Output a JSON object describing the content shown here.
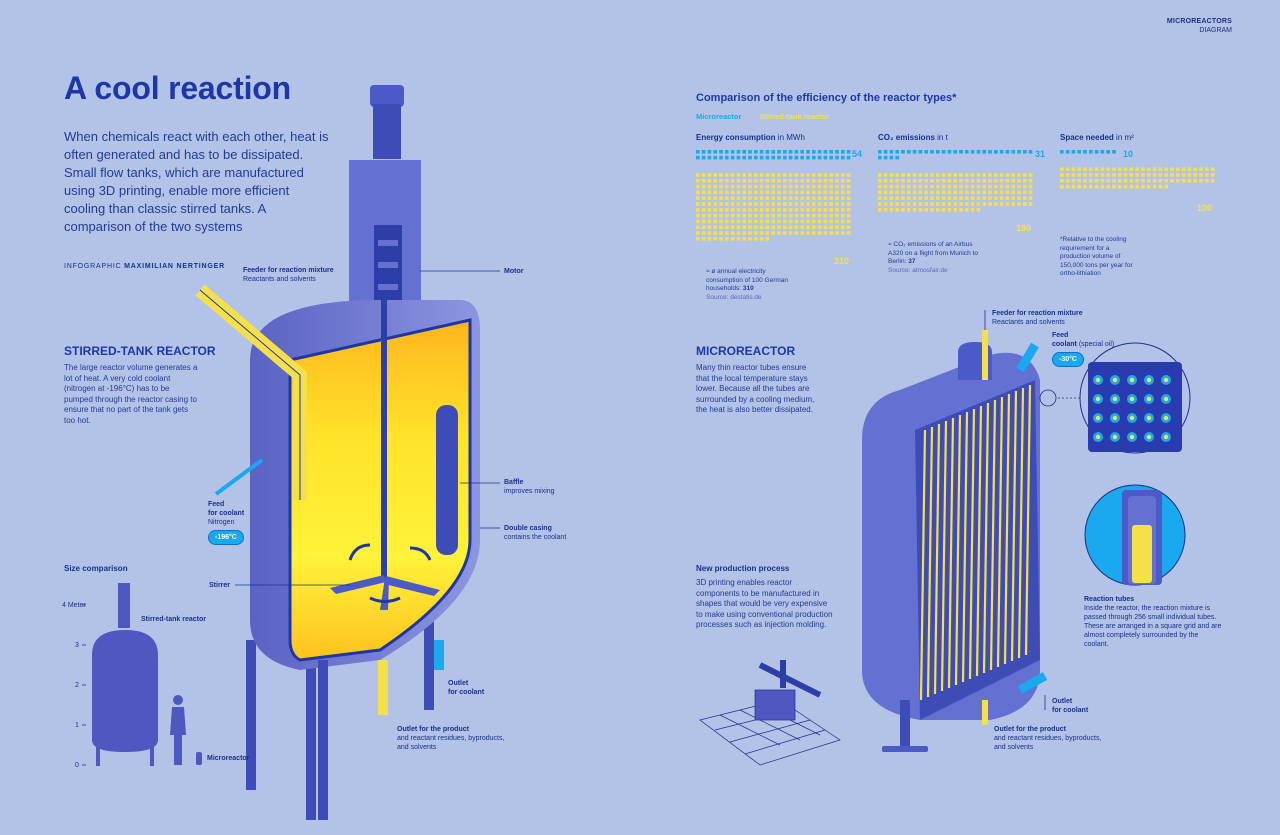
{
  "header": {
    "line1": "MICROREACTORS",
    "line2": "DIAGRAM"
  },
  "title": "A cool reaction",
  "intro": "When chemicals react with each other, heat is often generated and has to be dissipated. Small flow tanks, which are manufactured using 3D printing, enable more efficient cooling than classic stirred tanks. A comparison of the two systems",
  "credit": {
    "prefix": "INFOGRAPHIC",
    "name": "MAXIMILIAN NERTINGER"
  },
  "stirred": {
    "heading": "STIRRED-TANK REACTOR",
    "body": "The large reactor volume generates a lot of heat. A very cold coolant (nitrogen at -196°C) has to be pumped through the reactor casing to ensure that no part of the tank gets too hot.",
    "labels": {
      "feeder_title": "Feeder for reaction mixture",
      "feeder_sub": "Reactants and solvents",
      "motor": "Motor",
      "baffle_title": "Baffle",
      "baffle_sub": "improves mixing",
      "double_title": "Double casing",
      "double_sub": "contains the coolant",
      "feed_title": "Feed",
      "feed_title2": "for coolant",
      "feed_sub": "Nitrogen",
      "feed_temp": "-196°C",
      "stirrer": "Stirrer",
      "outlet_cool_title": "Outlet",
      "outlet_cool_title2": "for coolant",
      "outlet_prod_title": "Outlet for the product",
      "outlet_prod_sub": "and reactant residues, byproducts, and solvents"
    }
  },
  "size": {
    "heading": "Size comparison",
    "ticks": [
      "4 Meter",
      "3",
      "2",
      "1",
      "0"
    ],
    "stirred_label": "Stirred-tank reactor",
    "micro_label": "Microreactor"
  },
  "comparison": {
    "title": "Comparison of the efficiency of the reactor types*",
    "legend_micro": "Microreactor",
    "legend_stirred": "Stirred-tank reactor",
    "colors": {
      "micro": "#1aa8ef",
      "stirred": "#f5e04a",
      "ink": "#1c2f8a"
    }
  },
  "chart_data": {
    "type": "bar",
    "categories": [
      "Energy consumption",
      "CO₂ emissions",
      "Space needed"
    ],
    "units": [
      "in MWh",
      "in t",
      "in m²"
    ],
    "series": [
      {
        "name": "Microreactor",
        "values": [
          54,
          31,
          10
        ]
      },
      {
        "name": "Stirred-tank reactor",
        "values": [
          310,
          180,
          100
        ]
      }
    ],
    "notes": {
      "energy": "≈ ø annual electricity consumption of 100 German households:",
      "energy_value": "310",
      "energy_source": "Source: destatis.de",
      "co2": "≈ CO₂ emissions of an Airbus A320 on a flight from Munich to Berlin:",
      "co2_value": "37",
      "co2_source": "Source: atmosfair.de",
      "footnote": "*Relative to the cooling requirement for a production volume of 150,000 tons per year for ortho-lithiation"
    }
  },
  "micro": {
    "heading": "MICROREACTOR",
    "body": "Many thin reactor tubes ensure that the local temperature stays lower. Because all the tubes are surrounded by a cooling medium, the heat is also better dissipated.",
    "labels": {
      "feeder_title": "Feeder for reaction mixture",
      "feeder_sub": "Reactants and solvents",
      "feed_title": "Feed",
      "feed_title2": "coolant",
      "feed_sub": "(special oil)",
      "feed_temp": "-30°C",
      "tubes_title": "Reaction tubes",
      "tubes_sub": "Inside the reactor, the reaction mixture is passed through 256 small individual tubes. These are arranged in a square grid and are almost completely surrounded by the coolant.",
      "outlet_cool_title": "Outlet",
      "outlet_cool_title2": "for coolant",
      "outlet_prod_title": "Outlet for the product",
      "outlet_prod_sub": "and reactant residues, byproducts, and solvents"
    },
    "production_heading": "New production process",
    "production_body": "3D printing enables reactor components to be manufactured in shapes that would be very expensive to make using conventional production processes such as injection molding."
  }
}
